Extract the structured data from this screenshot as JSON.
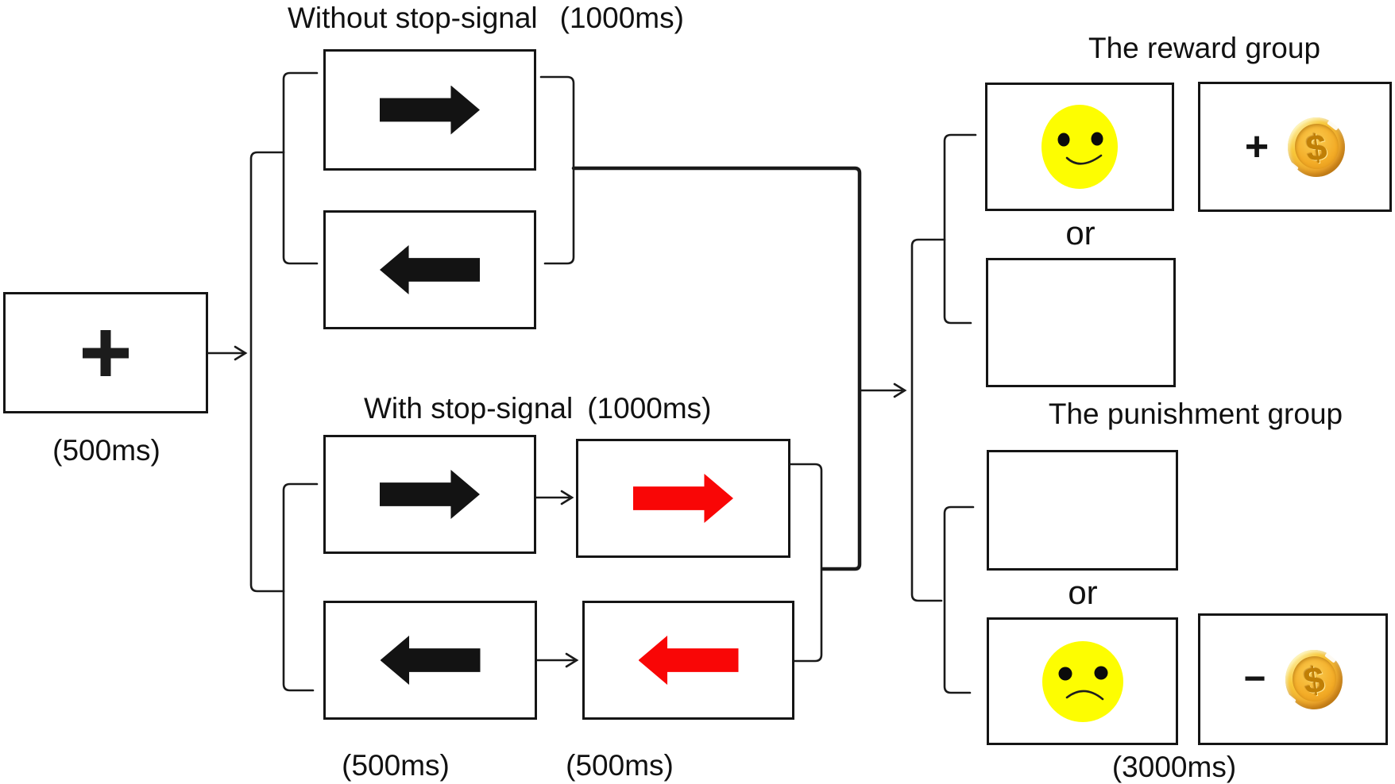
{
  "diagram": {
    "fixation": {
      "symbol": "+",
      "duration": "(500ms)"
    },
    "no_stop_signal": {
      "title": "Without stop-signal",
      "duration": "(1000ms)"
    },
    "stop_signal": {
      "title": "With stop-signal",
      "duration": "(1000ms)",
      "go_duration": "(500ms)",
      "stop_duration": "(500ms)"
    },
    "reward_group": {
      "title": "The reward group",
      "or_label": "or",
      "plus_symbol": "+",
      "coin_symbol": "$"
    },
    "punishment_group": {
      "title": "The punishment group",
      "or_label": "or",
      "minus_symbol": "−",
      "coin_symbol": "$"
    },
    "feedback_duration": "(3000ms)",
    "colors": {
      "go_arrow": "#131313",
      "stop_arrow": "#f90606",
      "face_yellow": "#fdfd01",
      "coin_gold": "#f2a42c",
      "line": "#1a1a1a"
    }
  }
}
